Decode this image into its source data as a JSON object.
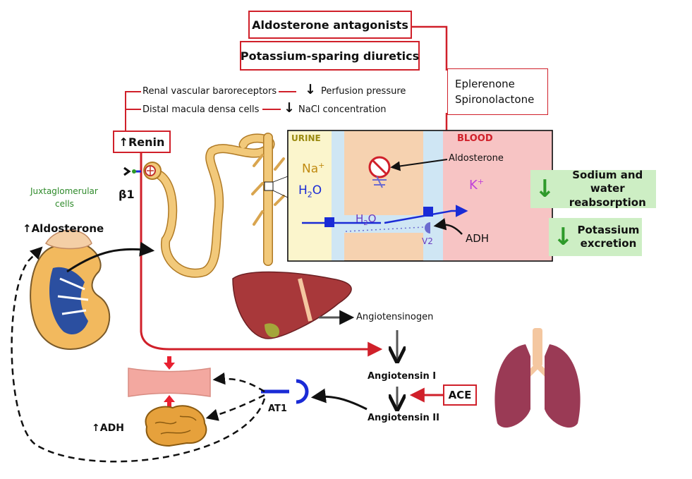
{
  "boxes": {
    "aldosterone_antagonists": "Aldosterone antagonists",
    "potassium_sparing": "Potassium-sparing diuretics",
    "eplerenone": "Eplerenone",
    "spironolactone": "Spironolactone",
    "renin": "Renin",
    "ace": "ACE"
  },
  "triggers": {
    "baroreceptors": "Renal vascular baroreceptors",
    "perfusion": "Perfusion pressure",
    "macula_densa": "Distal macula densa cells",
    "nacl": "NaCl  concentration"
  },
  "kidney": {
    "jg_cells_line1": "Juxtaglomerular",
    "jg_cells_line2": "cells",
    "beta1": "β1",
    "aldosterone": "Aldosterone"
  },
  "nephron_panel": {
    "urine": "URINE",
    "blood": "BLOOD",
    "na": "Na",
    "na_sup": "+",
    "h2o_left": "H",
    "h2o_sub": "2",
    "h2o_o": "O",
    "h2o_channel": "H",
    "h2o_channel_sub": "2",
    "h2o_channel_o": "O",
    "k": "K",
    "k_sup": "+",
    "aldosterone": "Aldosterone",
    "adh": "ADH",
    "v2": "V2"
  },
  "effects": {
    "sodium_water_line1": "Sodium and water",
    "sodium_water_line2": "reabsorption",
    "potassium_line1": "Potassium",
    "potassium_line2": "excretion"
  },
  "raas": {
    "angiotensinogen": "Angiotensinogen",
    "angiotensin_1": "Angiotensin I",
    "angiotensin_2": "Angiotensin II",
    "at1": "AT1",
    "adh": "ADH"
  },
  "colors": {
    "red": "#d0202a",
    "urine_bg": "#fbf5cc",
    "blood_bg": "#f7c4c4",
    "cell_bg": "#f6d2b0",
    "green_bg": "#cdeec4",
    "green_arrow": "#2e9a2a",
    "tubule": "#f2c97a",
    "liver": "#a8383a",
    "lung": "#9a3a55",
    "brain": "#e6a13c"
  }
}
